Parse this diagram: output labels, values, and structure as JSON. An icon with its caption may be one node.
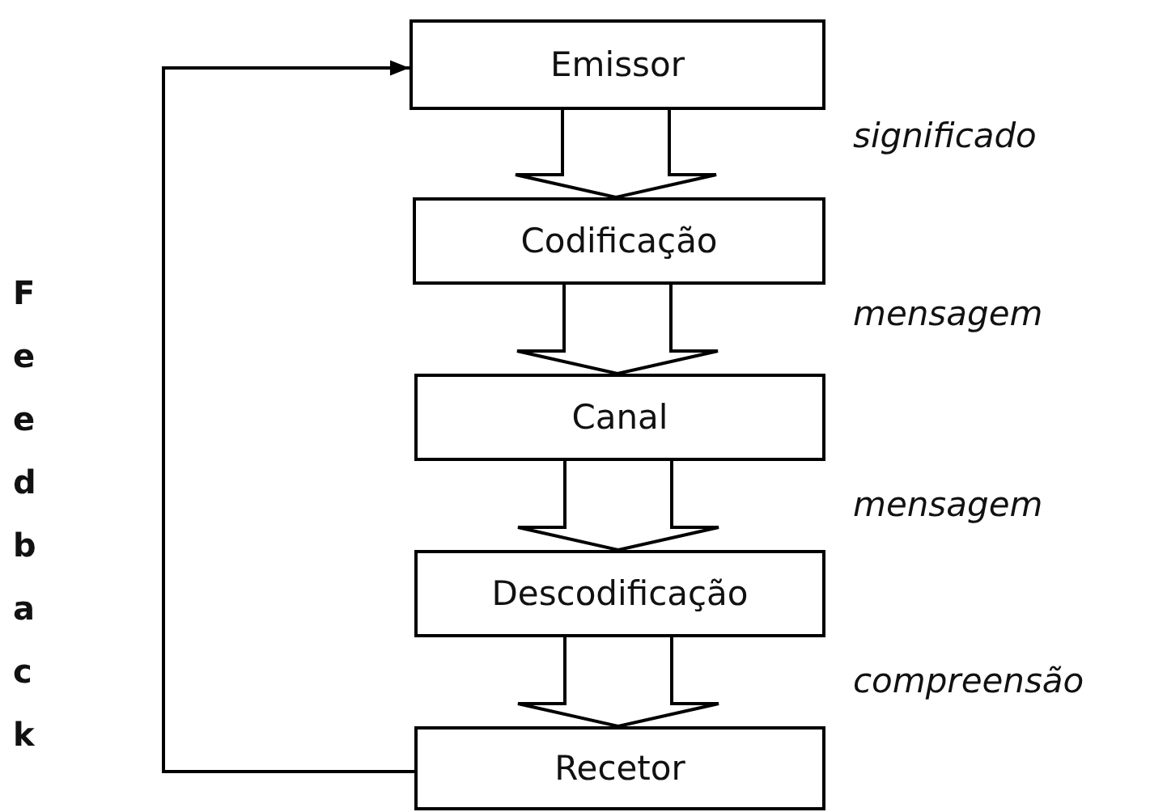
{
  "diagram": {
    "nodes": [
      {
        "text": [
          "Emissor"
        ]
      },
      {
        "text": [
          "Codificação"
        ]
      },
      {
        "text": [
          "Canal"
        ]
      },
      {
        "text": [
          "Descodificação"
        ]
      },
      {
        "text": [
          "Recetor"
        ]
      }
    ],
    "edges": [
      {
        "from": 0,
        "to": 1,
        "arrow": "to"
      },
      {
        "from": 1,
        "to": 2,
        "arrow": "to"
      },
      {
        "from": 2,
        "to": 3,
        "arrow": "to"
      },
      {
        "from": 3,
        "to": 4,
        "arrow": "to"
      },
      {
        "from": 4,
        "to": 0,
        "arrow": "to"
      }
    ],
    "labels": [
      "significado",
      "Feedback",
      "mensagem",
      "mensagem",
      "compreensão"
    ]
  }
}
